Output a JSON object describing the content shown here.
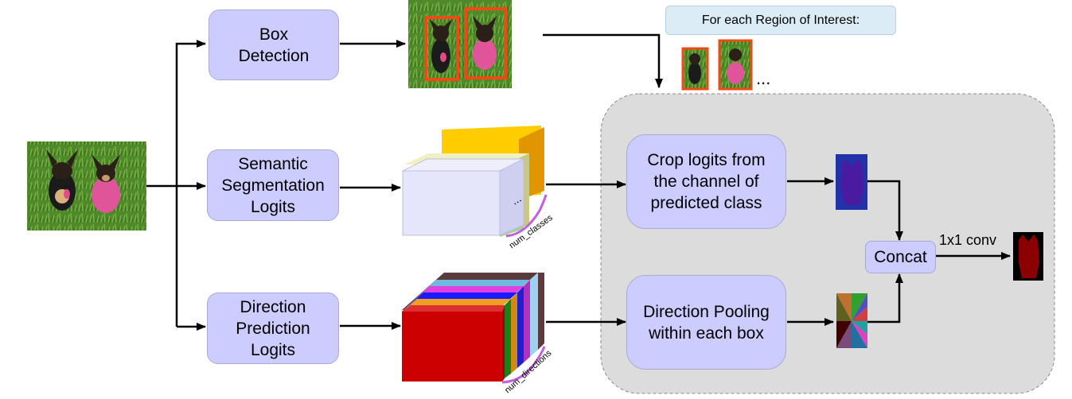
{
  "diagram": {
    "boxes": {
      "box_detection": "Box\nDetection",
      "semantic_segmentation": "Semantic\nSegmentation\nLogits",
      "direction_prediction": "Direction\nPrediction\nLogits",
      "crop_logits": "Crop logits from\nthe channel of\npredicted class",
      "direction_pooling": "Direction Pooling\nwithin each box",
      "concat": "Concat"
    },
    "note": "For each Region of Interest:",
    "edge_label_conv": "1x1 conv",
    "brace_num_classes": "num_classes",
    "brace_num_directions": "num_directions",
    "ellipsis": "...",
    "colors": {
      "box_fill": "#ccccff",
      "panel_fill": "#dcdcdc",
      "bbox_outline": "#f04a14",
      "brace": "#c15fe0",
      "class_channel_front": "#e6e6fa",
      "class_channel_back": "#ffd000",
      "direction_channel_front": "#cc0000"
    },
    "icons": [
      "dogs-photo",
      "cropped-dog-photo",
      "class-logit-crop",
      "direction-pooling-crop",
      "instance-mask"
    ]
  }
}
